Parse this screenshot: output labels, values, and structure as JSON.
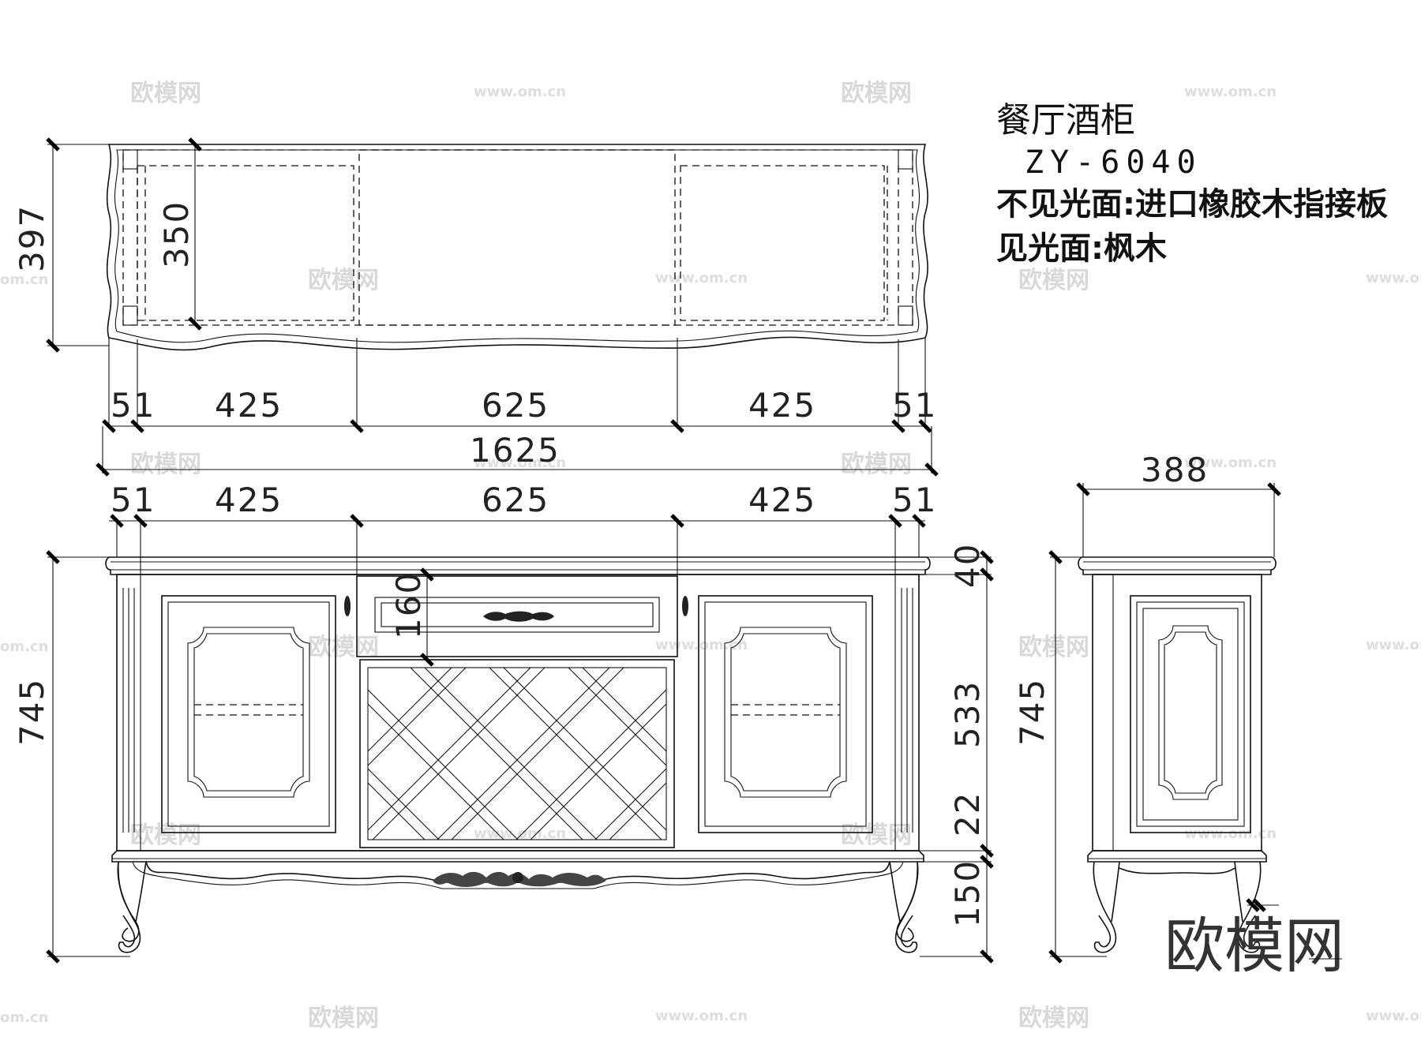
{
  "title": {
    "name": "餐厅酒柜",
    "code": "ZY-6040",
    "material_hidden": "不见光面:进口橡胶木指接板",
    "material_visible": "见光面:枫木"
  },
  "plan_view": {
    "depth_outer": "397",
    "depth_inner": "350",
    "widths": [
      "51",
      "425",
      "625",
      "425",
      "51"
    ],
    "total_width": "1625"
  },
  "front_view": {
    "widths": [
      "51",
      "425",
      "625",
      "425",
      "51"
    ],
    "total_height": "745",
    "top_thickness": "40",
    "drawer_height": "160",
    "body_height": "533",
    "base_thickness": "22",
    "leg_height": "150"
  },
  "side_view": {
    "depth": "388",
    "total_height": "745"
  },
  "watermarks": {
    "brand": "欧模网",
    "site": "www.om.cn",
    "site_short": "om.cn"
  },
  "logo": "欧模网"
}
